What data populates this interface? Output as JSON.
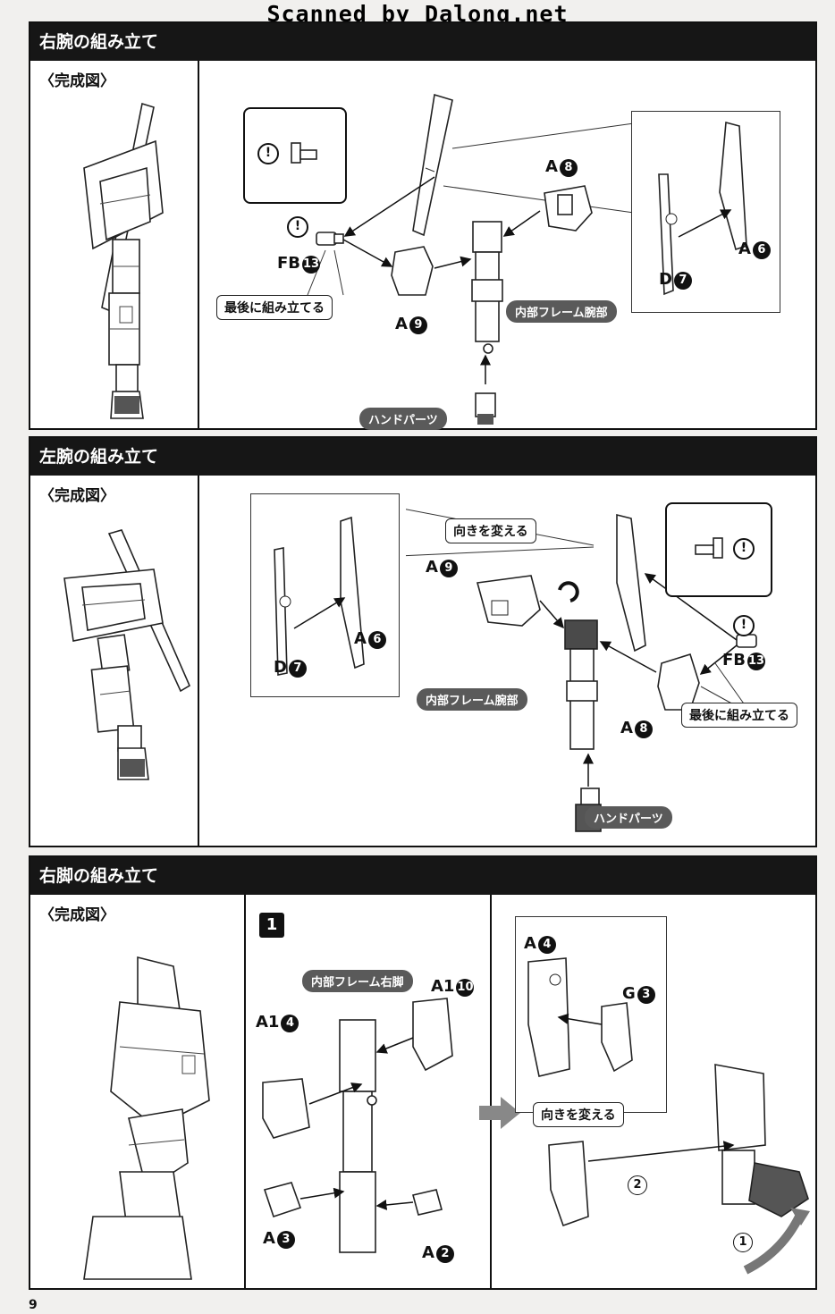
{
  "watermark": "Scanned by Dalong.net",
  "page_number": "9",
  "sections": {
    "right_arm": {
      "title": "右腕の組み立て",
      "complete_label": "〈完成図〉",
      "parts": {
        "a8": {
          "letter": "A",
          "num": "8"
        },
        "a9": {
          "letter": "A",
          "num": "9"
        },
        "a6": {
          "letter": "A",
          "num": "6"
        },
        "d7": {
          "letter": "D",
          "num": "7"
        },
        "fb13": {
          "letter": "FB",
          "num": "13"
        }
      },
      "labels": {
        "last": "最後に組み立てる",
        "inner_frame": "内部フレーム腕部",
        "hand": "ハンドパーツ"
      },
      "warn_mark": "!"
    },
    "left_arm": {
      "title": "左腕の組み立て",
      "complete_label": "〈完成図〉",
      "parts": {
        "a9": {
          "letter": "A",
          "num": "9"
        },
        "a6": {
          "letter": "A",
          "num": "6"
        },
        "d7": {
          "letter": "D",
          "num": "7"
        },
        "a8": {
          "letter": "A",
          "num": "8"
        },
        "fb13": {
          "letter": "FB",
          "num": "13"
        }
      },
      "labels": {
        "turn": "向きを変える",
        "inner_frame": "内部フレーム腕部",
        "last": "最後に組み立てる",
        "hand": "ハンドパーツ"
      },
      "warn_mark": "!"
    },
    "right_leg": {
      "title": "右脚の組み立て",
      "complete_label": "〈完成図〉",
      "step": "1",
      "parts": {
        "a14": {
          "letter": "A1",
          "num": "4"
        },
        "a110": {
          "letter": "A1",
          "num": "10"
        },
        "a3": {
          "letter": "A",
          "num": "3"
        },
        "a2": {
          "letter": "A",
          "num": "2"
        },
        "a4": {
          "letter": "A",
          "num": "4"
        },
        "g3": {
          "letter": "G",
          "num": "3"
        }
      },
      "labels": {
        "inner_leg": "内部フレーム右脚",
        "turn": "向きを変える"
      },
      "order": {
        "first": "1",
        "second": "2"
      }
    }
  }
}
